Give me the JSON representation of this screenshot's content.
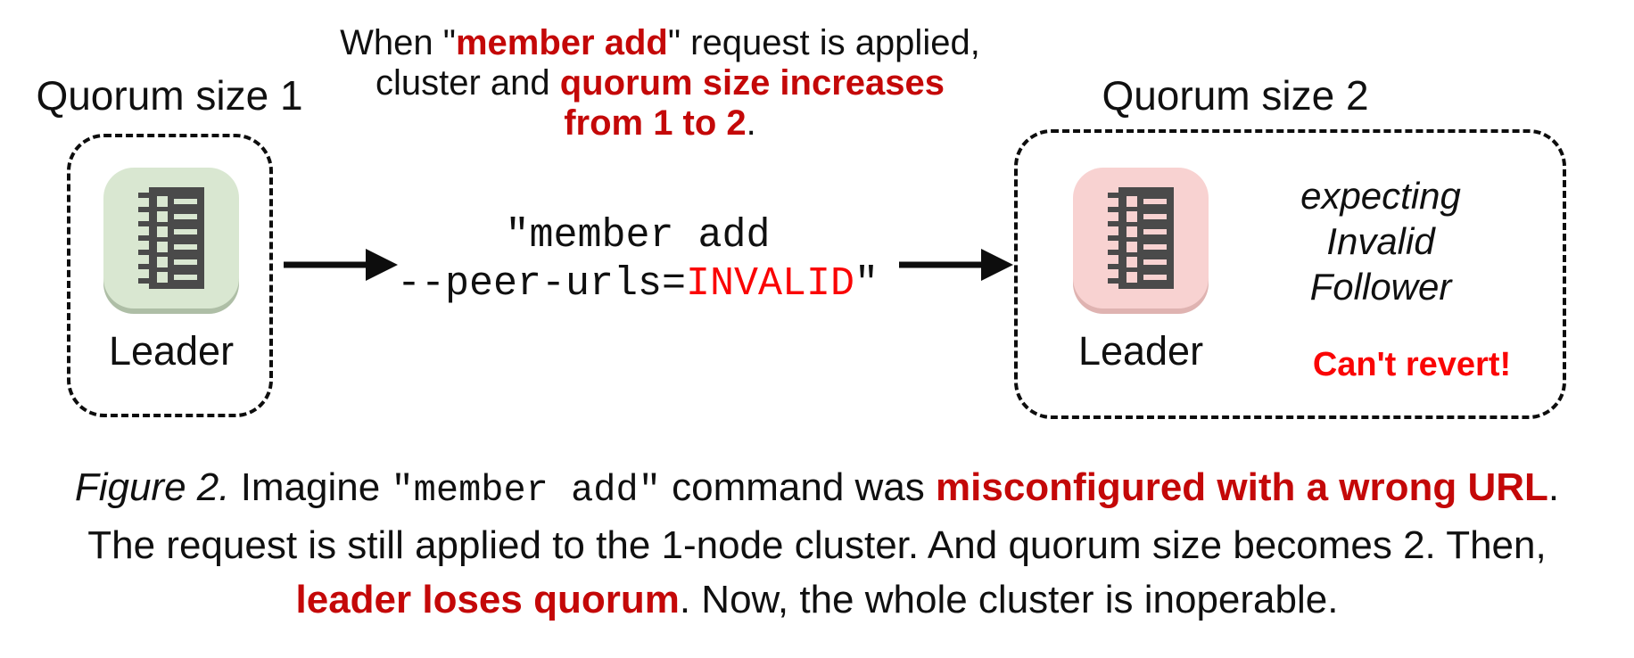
{
  "colors": {
    "dark_red": "#C40808",
    "bright_red": "#FA0505",
    "green_fill": "#D9E7D1",
    "green_shadow": "#AEBEA6",
    "pink_fill": "#F8D2D1",
    "pink_shadow": "#DFB3B1",
    "icon_dark": "#4A4A4A",
    "dash_border": "#0d0d0d"
  },
  "top_note": {
    "l1a": "When \"",
    "l1b": "member add",
    "l1c": "\" request is applied,",
    "l2a": "cluster and ",
    "l2b": "quorum size increases",
    "l3a": "from 1 to 2",
    "l3b": "."
  },
  "left_cluster": {
    "title": "Quorum size 1",
    "node_label": "Leader"
  },
  "right_cluster": {
    "title": "Quorum size 2",
    "node_label": "Leader",
    "expecting_line1": "expecting",
    "expecting_line2": "Invalid",
    "expecting_line3": "Follower",
    "warning": "Can't revert!"
  },
  "command": {
    "l1": "\"member add",
    "l2a": "--peer-urls=",
    "l2b": "INVALID",
    "l2c": "\""
  },
  "caption": {
    "l1a": "Figure 2.",
    "l1b": " Imagine ",
    "l1c": "\"member add\"",
    "l1d": " command was ",
    "l1e": "misconfigured with a wrong URL",
    "l1f": ".",
    "l2": "The request is still applied to the 1-node cluster. And quorum size becomes 2. Then,",
    "l3a": "leader loses quorum",
    "l3b": ". Now, the whole cluster is inoperable."
  },
  "icons": {
    "server_icon": "server-ledger-icon",
    "arrow_icon": "right-arrow-icon"
  }
}
